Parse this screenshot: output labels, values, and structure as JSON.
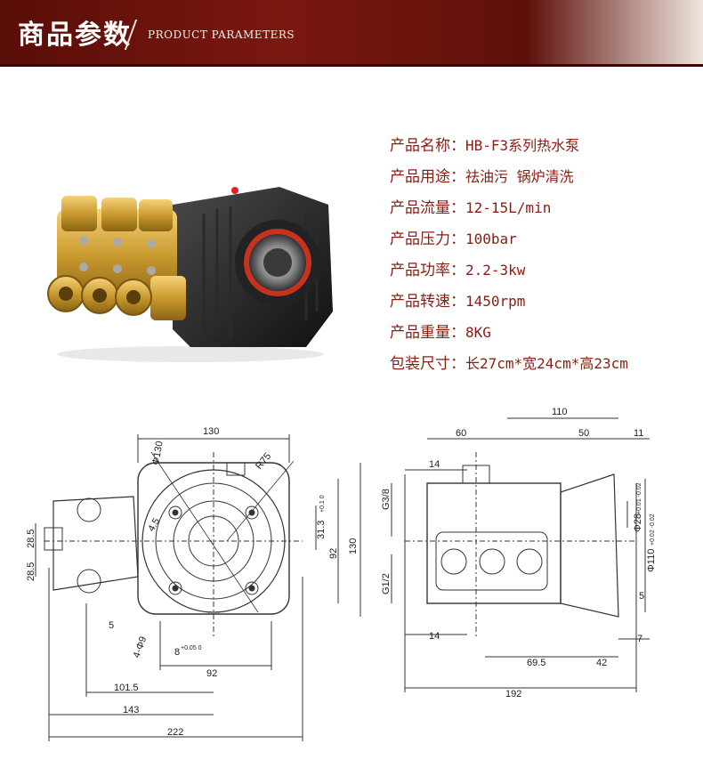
{
  "banner": {
    "title": "商品参数",
    "subtitle": "PRODUCT PARAMETERS"
  },
  "specs": [
    {
      "label": "产品名称：",
      "value": "HB-F3系列热水泵"
    },
    {
      "label": "产品用途：",
      "value": "祛油污 锅炉清洗"
    },
    {
      "label": "产品流量：",
      "value": "12-15L/min"
    },
    {
      "label": "产品压力：",
      "value": "100bar"
    },
    {
      "label": "产品功率：",
      "value": "2.2-3kw"
    },
    {
      "label": "产品转速：",
      "value": "1450rpm"
    },
    {
      "label": "产品重量：",
      "value": "8KG"
    },
    {
      "label": "包装尺寸：",
      "value": "长27cm*宽24cm*高23cm"
    }
  ],
  "drawing_front": {
    "d130_top": "130",
    "phi130": "Φ130",
    "r75": "R75",
    "d4_5": "4.5",
    "d31_3": "31.3",
    "d31_3_tol": "+0.1 0",
    "d92_right": "92",
    "d130_right": "130",
    "d28_5_a": "28.5",
    "d28_5_b": "28.5",
    "d5": "5",
    "d4phi9": "4-Φ9",
    "d8": "8",
    "d8_tol": "+0.05 0",
    "d92_bottom": "92",
    "d101_5": "101.5",
    "d143": "143",
    "d222": "222"
  },
  "drawing_side": {
    "d110": "110",
    "d60": "60",
    "d50": "50",
    "d11": "11",
    "d14_top": "14",
    "g3_8": "G3/8",
    "g1_2": "G1/2",
    "phi28": "Φ28",
    "phi28_tol": "+0.01 -0.02",
    "phi110": "Φ110",
    "phi110_tol": "+0.02 -0.02",
    "d5": "5",
    "d14_bottom": "14",
    "d7": "7",
    "d69_5": "69.5",
    "d42": "42",
    "d192": "192"
  }
}
